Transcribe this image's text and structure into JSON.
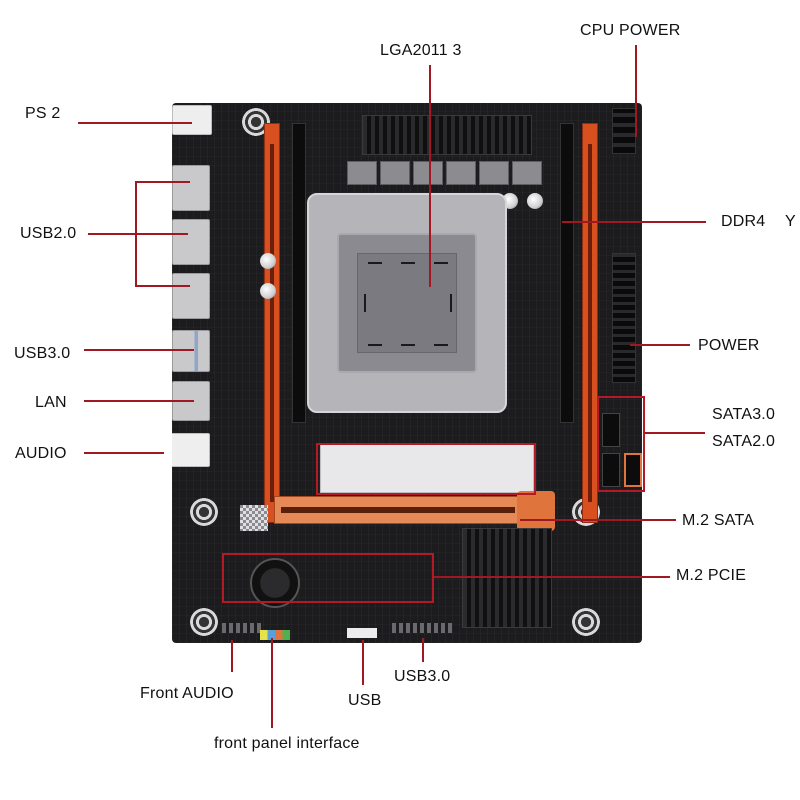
{
  "diagram": {
    "subject": "Motherboard connector layout (Micro-ATX, LGA2011-3)",
    "colors": {
      "background": "#ffffff",
      "annotation_line": "#a01822",
      "highlight_box": "#b21b25",
      "pcb": "#1c1c1e",
      "dimm_slot": "#d8501f",
      "pcie_slot": "#e58a56",
      "text": "#111111"
    },
    "labels": {
      "cpu_power": "CPU POWER",
      "socket": "LGA2011 3",
      "ps2": "PS 2",
      "usb2": "USB2.0",
      "usb3_rear": "USB3.0",
      "lan": "LAN",
      "audio": "AUDIO",
      "ddr4": "DDR4",
      "ddr4_overflow": "Y",
      "power": "POWER",
      "sata3": "SATA3.0",
      "sata2": "SATA2.0",
      "m2_sata": "M.2 SATA",
      "m2_pcie": "M.2 PCIE",
      "front_audio": "Front AUDIO",
      "front_panel": "front panel interface",
      "usb_header": "USB",
      "usb3_header": "USB3.0"
    }
  }
}
